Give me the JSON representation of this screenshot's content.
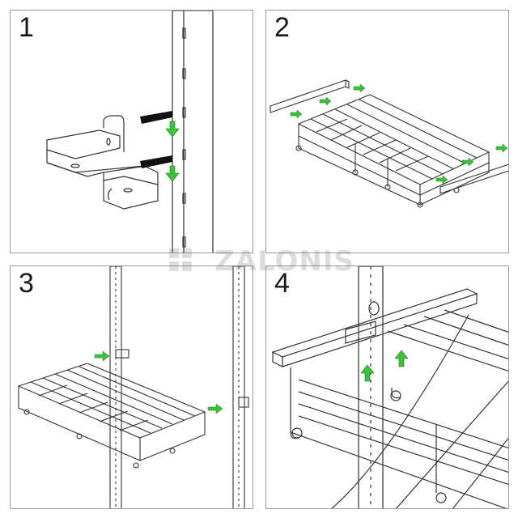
{
  "steps": [
    {
      "number": "1"
    },
    {
      "number": "2"
    },
    {
      "number": "3"
    },
    {
      "number": "4"
    }
  ],
  "watermark": {
    "text": "ZALONIS"
  },
  "colors": {
    "arrow_green": "#3cc13c",
    "arrow_black": "#111111",
    "line": "#333333",
    "panel_border": "#9a9a9a",
    "watermark": "#6a6a6a"
  }
}
